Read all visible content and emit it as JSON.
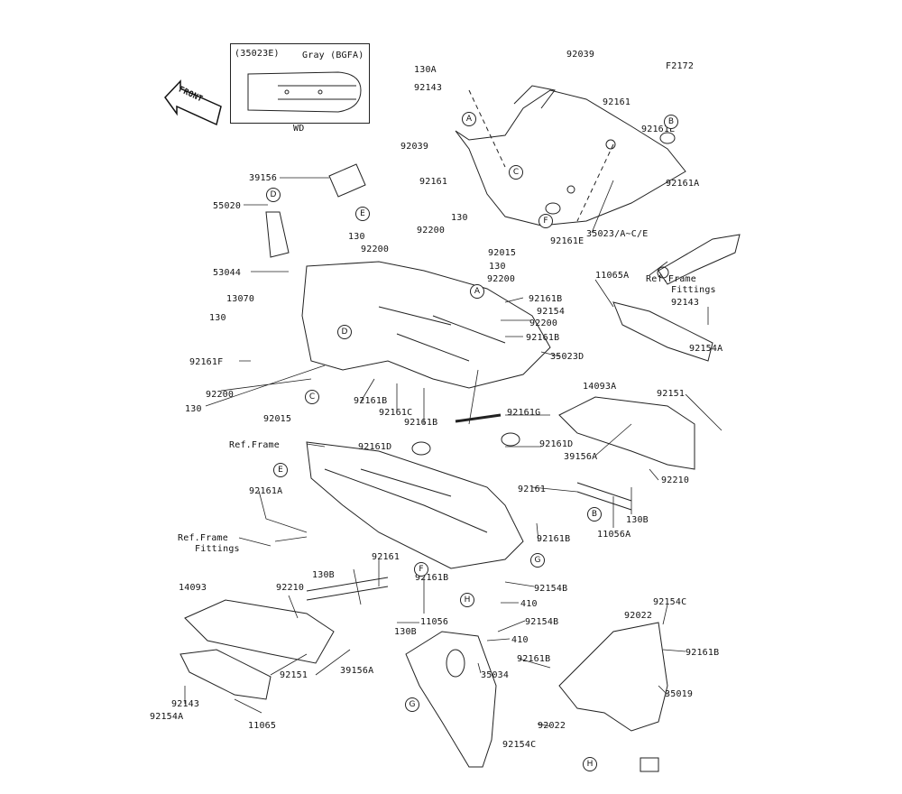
{
  "diagram_id": "F2172",
  "front_label": "FRONT",
  "inset": {
    "part": "(35023E)",
    "color": "Gray (BGFA)",
    "caption": "WD"
  },
  "part_labels": [
    "92039",
    "130A",
    "92143",
    "92161",
    "92161E",
    "92039",
    "39156",
    "92161",
    "35023/A~C/E",
    "92161A",
    "92161E",
    "55020",
    "130",
    "92200",
    "92200",
    "130",
    "92015",
    "130",
    "92200",
    "53044",
    "11065A",
    "Ref.Frame",
    "Fittings",
    "92143",
    "92161B",
    "92154",
    "92200",
    "13070",
    "92161B",
    "130",
    "92154A",
    "35023D",
    "92161F",
    "92151",
    "14093A",
    "92161B",
    "92161C",
    "92200",
    "92161G",
    "130",
    "92015",
    "92161B",
    "92161D",
    "92161D",
    "Ref.Frame",
    "39156A",
    "92210",
    "92161A",
    "92161",
    "130B",
    "11056A",
    "92161B",
    "Ref.Frame",
    "Fittings",
    "130B",
    "92161",
    "92161B",
    "92154B",
    "14093",
    "92210",
    "410",
    "11056",
    "92154B",
    "130B",
    "410",
    "39156A",
    "92151",
    "35034",
    "92154C",
    "92022",
    "92161B",
    "92161B",
    "35019",
    "92143",
    "92154A",
    "11065",
    "92022",
    "92154C"
  ],
  "callouts": [
    "A",
    "C",
    "B",
    "F",
    "E",
    "D",
    "A",
    "D",
    "C",
    "E",
    "B",
    "G",
    "F",
    "H",
    "G",
    "H"
  ]
}
